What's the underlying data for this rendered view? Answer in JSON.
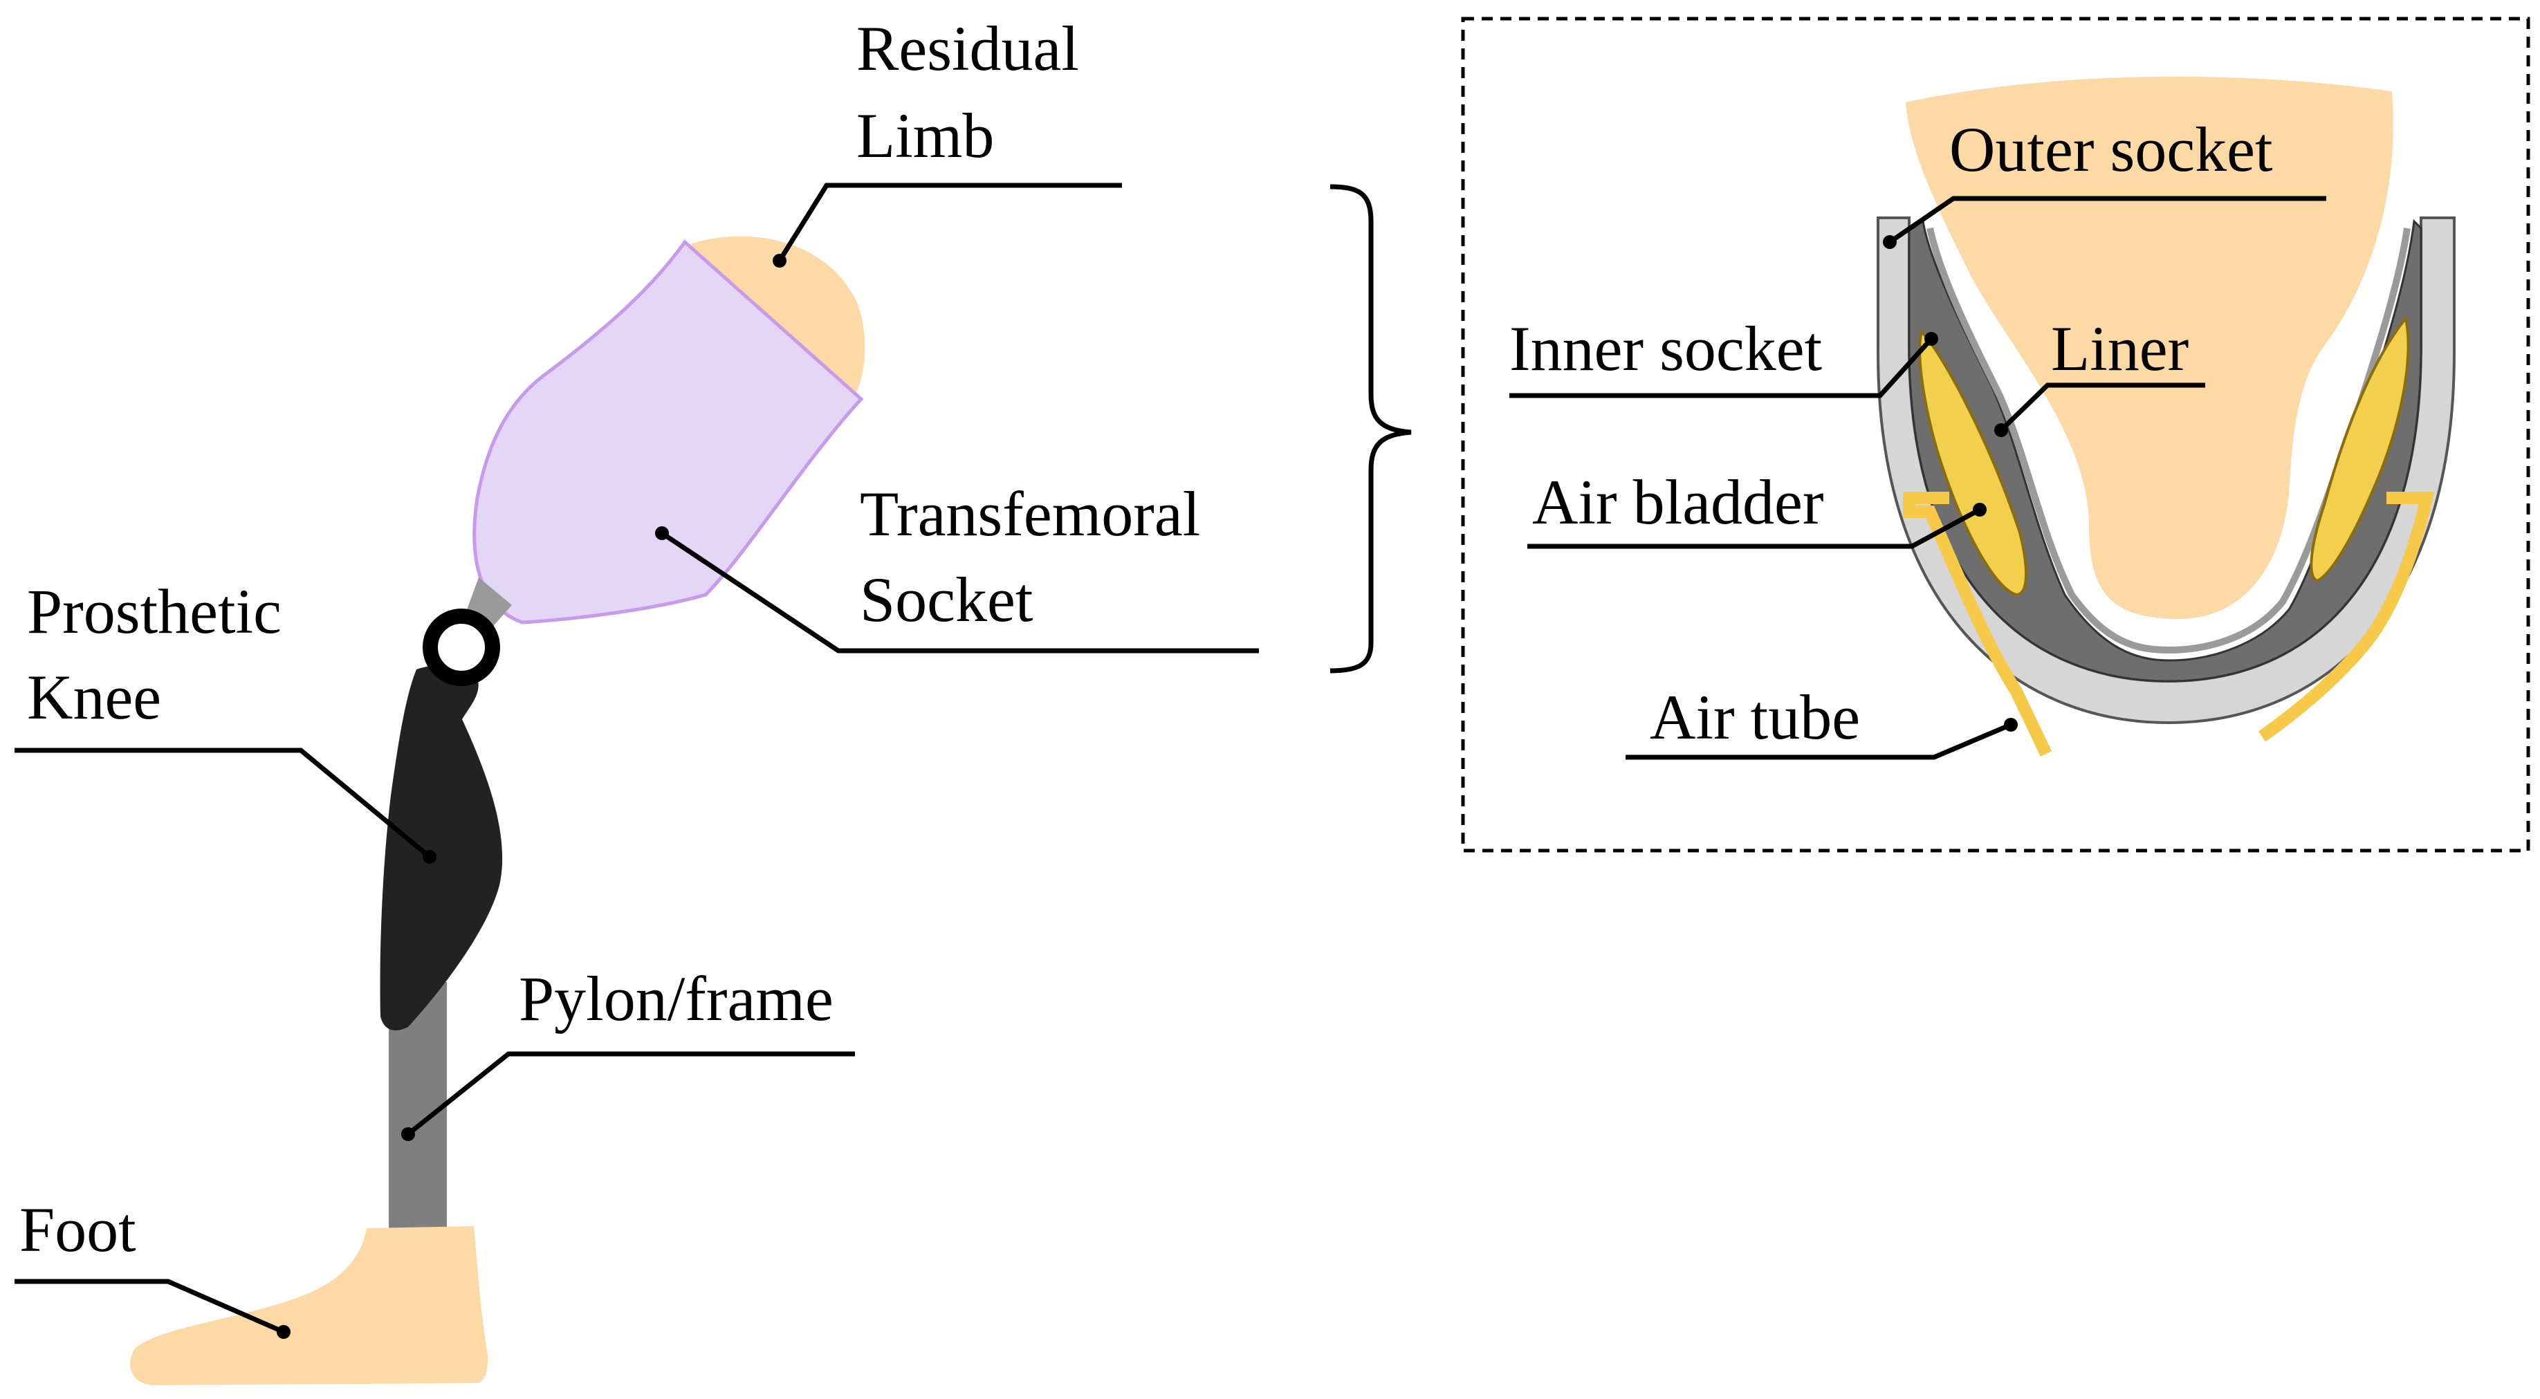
{
  "labels": {
    "residual_limb_line1": "Residual",
    "residual_limb_line2": "Limb",
    "transfemoral_line1": "Transfemoral",
    "transfemoral_line2": "Socket",
    "prosthetic_knee_line1": "Prosthetic",
    "prosthetic_knee_line2": "Knee",
    "pylon": "Pylon/frame",
    "foot": "Foot",
    "outer_socket": "Outer socket",
    "inner_socket": "Inner socket",
    "liner": "Liner",
    "air_bladder": "Air bladder",
    "air_tube": "Air tube"
  },
  "colors": {
    "skin": "#FDD9A6",
    "socket_fill": "#E4D6F7",
    "socket_stroke": "#C79AEC",
    "knee": "#222222",
    "pylon": "#7F7F7F",
    "outer_shell": "#D6D6D6",
    "inner_shell": "#6E6E6E",
    "bladder": "#F2CF4D",
    "tube": "#F7C948"
  },
  "icons": {
    "knee_joint": "ring-joint-icon",
    "bracket": "curly-brace-icon"
  }
}
